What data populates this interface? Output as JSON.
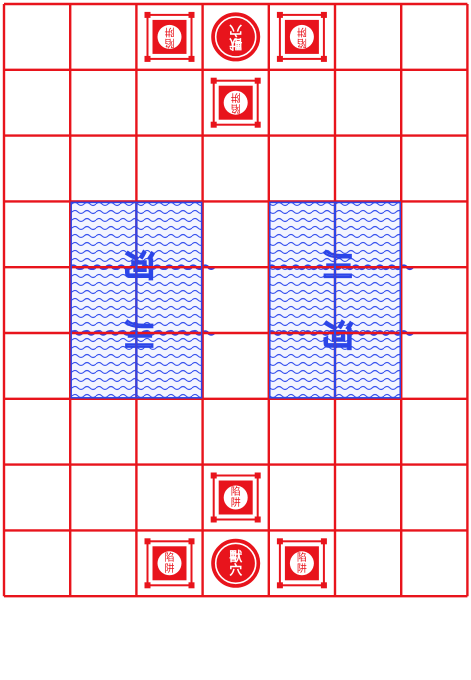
{
  "game": {
    "columns": 7,
    "rows": 9,
    "line_color": "#e8141c",
    "water_color": "#2b45e8",
    "water_fill": "#eef1ff",
    "piece_color": "#e8141c"
  },
  "rivers": [
    {
      "name": "left-river",
      "cols": [
        1,
        2
      ],
      "rows": [
        3,
        5
      ],
      "text": [
        "河",
        "川"
      ]
    },
    {
      "name": "right-river",
      "cols": [
        4,
        5
      ],
      "rows": [
        3,
        5
      ],
      "text": [
        "川",
        "河"
      ]
    }
  ],
  "pieces": [
    {
      "name": "top-den",
      "kind": "den",
      "col": 3,
      "row": 0,
      "label": "獸穴",
      "flip": true
    },
    {
      "name": "top-trap-left",
      "kind": "trap",
      "col": 2,
      "row": 0,
      "label": "陷阱",
      "flip": true
    },
    {
      "name": "top-trap-right",
      "kind": "trap",
      "col": 4,
      "row": 0,
      "label": "陷阱",
      "flip": true
    },
    {
      "name": "top-trap-center",
      "kind": "trap",
      "col": 3,
      "row": 1,
      "label": "陷阱",
      "flip": true
    },
    {
      "name": "bottom-trap-center",
      "kind": "trap",
      "col": 3,
      "row": 7,
      "label": "陷阱",
      "flip": false
    },
    {
      "name": "bottom-trap-left",
      "kind": "trap",
      "col": 2,
      "row": 8,
      "label": "陷阱",
      "flip": false
    },
    {
      "name": "bottom-trap-right",
      "kind": "trap",
      "col": 4,
      "row": 8,
      "label": "陷阱",
      "flip": false
    },
    {
      "name": "bottom-den",
      "kind": "den",
      "col": 3,
      "row": 8,
      "label": "獸穴",
      "flip": false
    }
  ]
}
